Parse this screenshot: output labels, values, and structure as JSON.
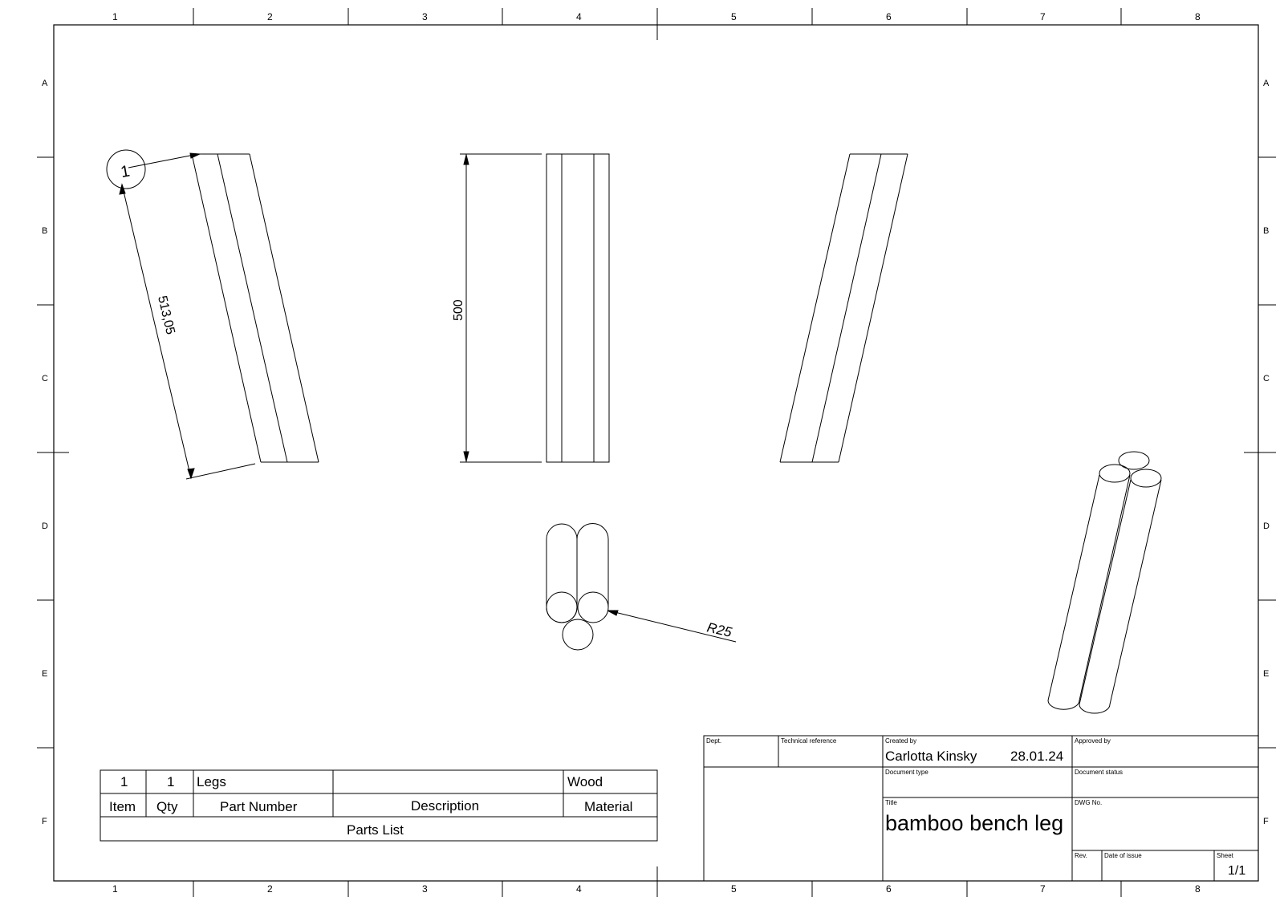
{
  "frame": {
    "columns": [
      "1",
      "2",
      "3",
      "4",
      "5",
      "6",
      "7",
      "8"
    ],
    "rows": [
      "A",
      "B",
      "C",
      "D",
      "E",
      "F"
    ]
  },
  "balloon": {
    "label": "1"
  },
  "dimensions": {
    "slanted_length": "513,05",
    "height": "500",
    "radius": "R25"
  },
  "parts_list": {
    "row": {
      "item": "1",
      "qty": "1",
      "part_number": "Legs",
      "description": "",
      "material": "Wood"
    },
    "headers": {
      "item": "Item",
      "qty": "Qty",
      "part_number": "Part Number",
      "description": "Description",
      "material": "Material"
    },
    "caption": "Parts List"
  },
  "title_block": {
    "dept_label": "Dept.",
    "tech_ref_label": "Technical reference",
    "created_by_label": "Created by",
    "created_by": "Carlotta Kinsky",
    "created_date": "28.01.24",
    "approved_by_label": "Approved by",
    "document_type_label": "Document type",
    "document_status_label": "Document status",
    "title_label": "Title",
    "title": "bamboo bench leg",
    "dwg_no_label": "DWG No.",
    "rev_label": "Rev.",
    "date_of_issue_label": "Date of issue",
    "sheet_label": "Sheet",
    "sheet": "1/1"
  }
}
